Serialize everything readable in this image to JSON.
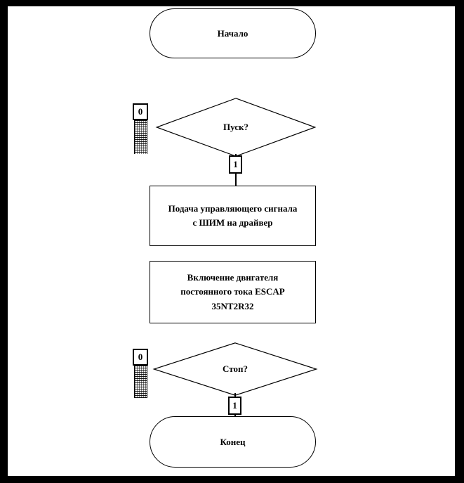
{
  "flowchart": {
    "start": {
      "label": "Начало"
    },
    "decision1": {
      "label": "Пуск?",
      "false_branch": "0",
      "true_branch": "1"
    },
    "process1": {
      "line1": "Подача управляющего  сигнала",
      "line2": "с ШИМ на драйвер"
    },
    "process2": {
      "line1": "Включение двигателя",
      "line2": "постоянного тока ESCAP",
      "line3": "35NT2R32"
    },
    "decision2": {
      "label": "Стоп?",
      "false_branch": "0",
      "true_branch": "1"
    },
    "end": {
      "label": "Конец"
    }
  },
  "colors": {
    "page_background": "#000000",
    "canvas_background": "#ffffff",
    "stroke": "#000000"
  }
}
